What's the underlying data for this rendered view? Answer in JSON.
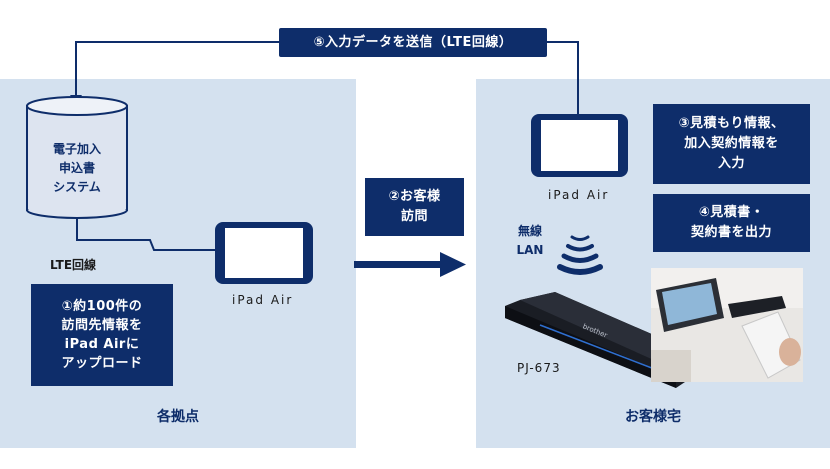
{
  "top_flow": {
    "label": "⑤入力データを送信（LTE回線）"
  },
  "left_panel": {
    "footer": "各拠点",
    "database": {
      "label": "電子加入\n申込書\nシステム"
    },
    "lte_label": "LTE回線",
    "ipad_label": "iPad Air",
    "step1": "①約100件の\n訪問先情報を\niPad Airに\nアップロード"
  },
  "middle": {
    "step2": "②お客様\n訪問"
  },
  "right_panel": {
    "footer": "お客様宅",
    "ipad_label": "iPad Air",
    "wireless_label": "無線\nLAN",
    "step3": "③見積もり情報、\n加入契約情報を\n入力",
    "step4": "④見積書・\n契約書を出力",
    "printer_label": "PJ-673",
    "printer_brand": "brother"
  },
  "colors": {
    "navy": "#0e2d6a",
    "panel": "#d4e1ef"
  }
}
